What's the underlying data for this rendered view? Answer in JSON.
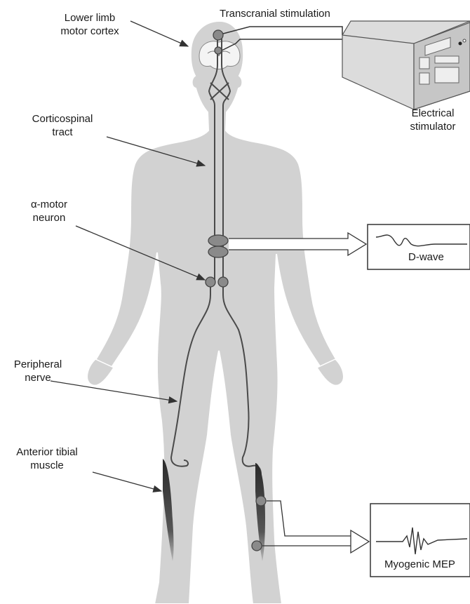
{
  "labels": {
    "motor_cortex": [
      "Lower limb",
      "motor cortex"
    ],
    "transcranial": "Transcranial stimulation",
    "electrical_stimulator": [
      "Electrical",
      "stimulator"
    ],
    "corticospinal": [
      "Corticospinal",
      "tract"
    ],
    "motor_neuron": [
      "α-motor",
      "neuron"
    ],
    "peripheral_nerve": [
      "Peripheral",
      "nerve"
    ],
    "anterior_tibial": [
      "Anterior tibial",
      "muscle"
    ],
    "d_wave": "D-wave",
    "myogenic_mep": "Myogenic MEP"
  },
  "colors": {
    "body_fill": "#d2d2d2",
    "body_outline": "#ffffff",
    "nerve": "#4a4a4a",
    "node_fill": "#8a8a8a",
    "device_fill": "#cfcfcf",
    "text": "#1a1a1a"
  },
  "icons": {
    "stimulator": "electrical-stimulator-device",
    "signal_arrow": "hollow-arrow"
  }
}
